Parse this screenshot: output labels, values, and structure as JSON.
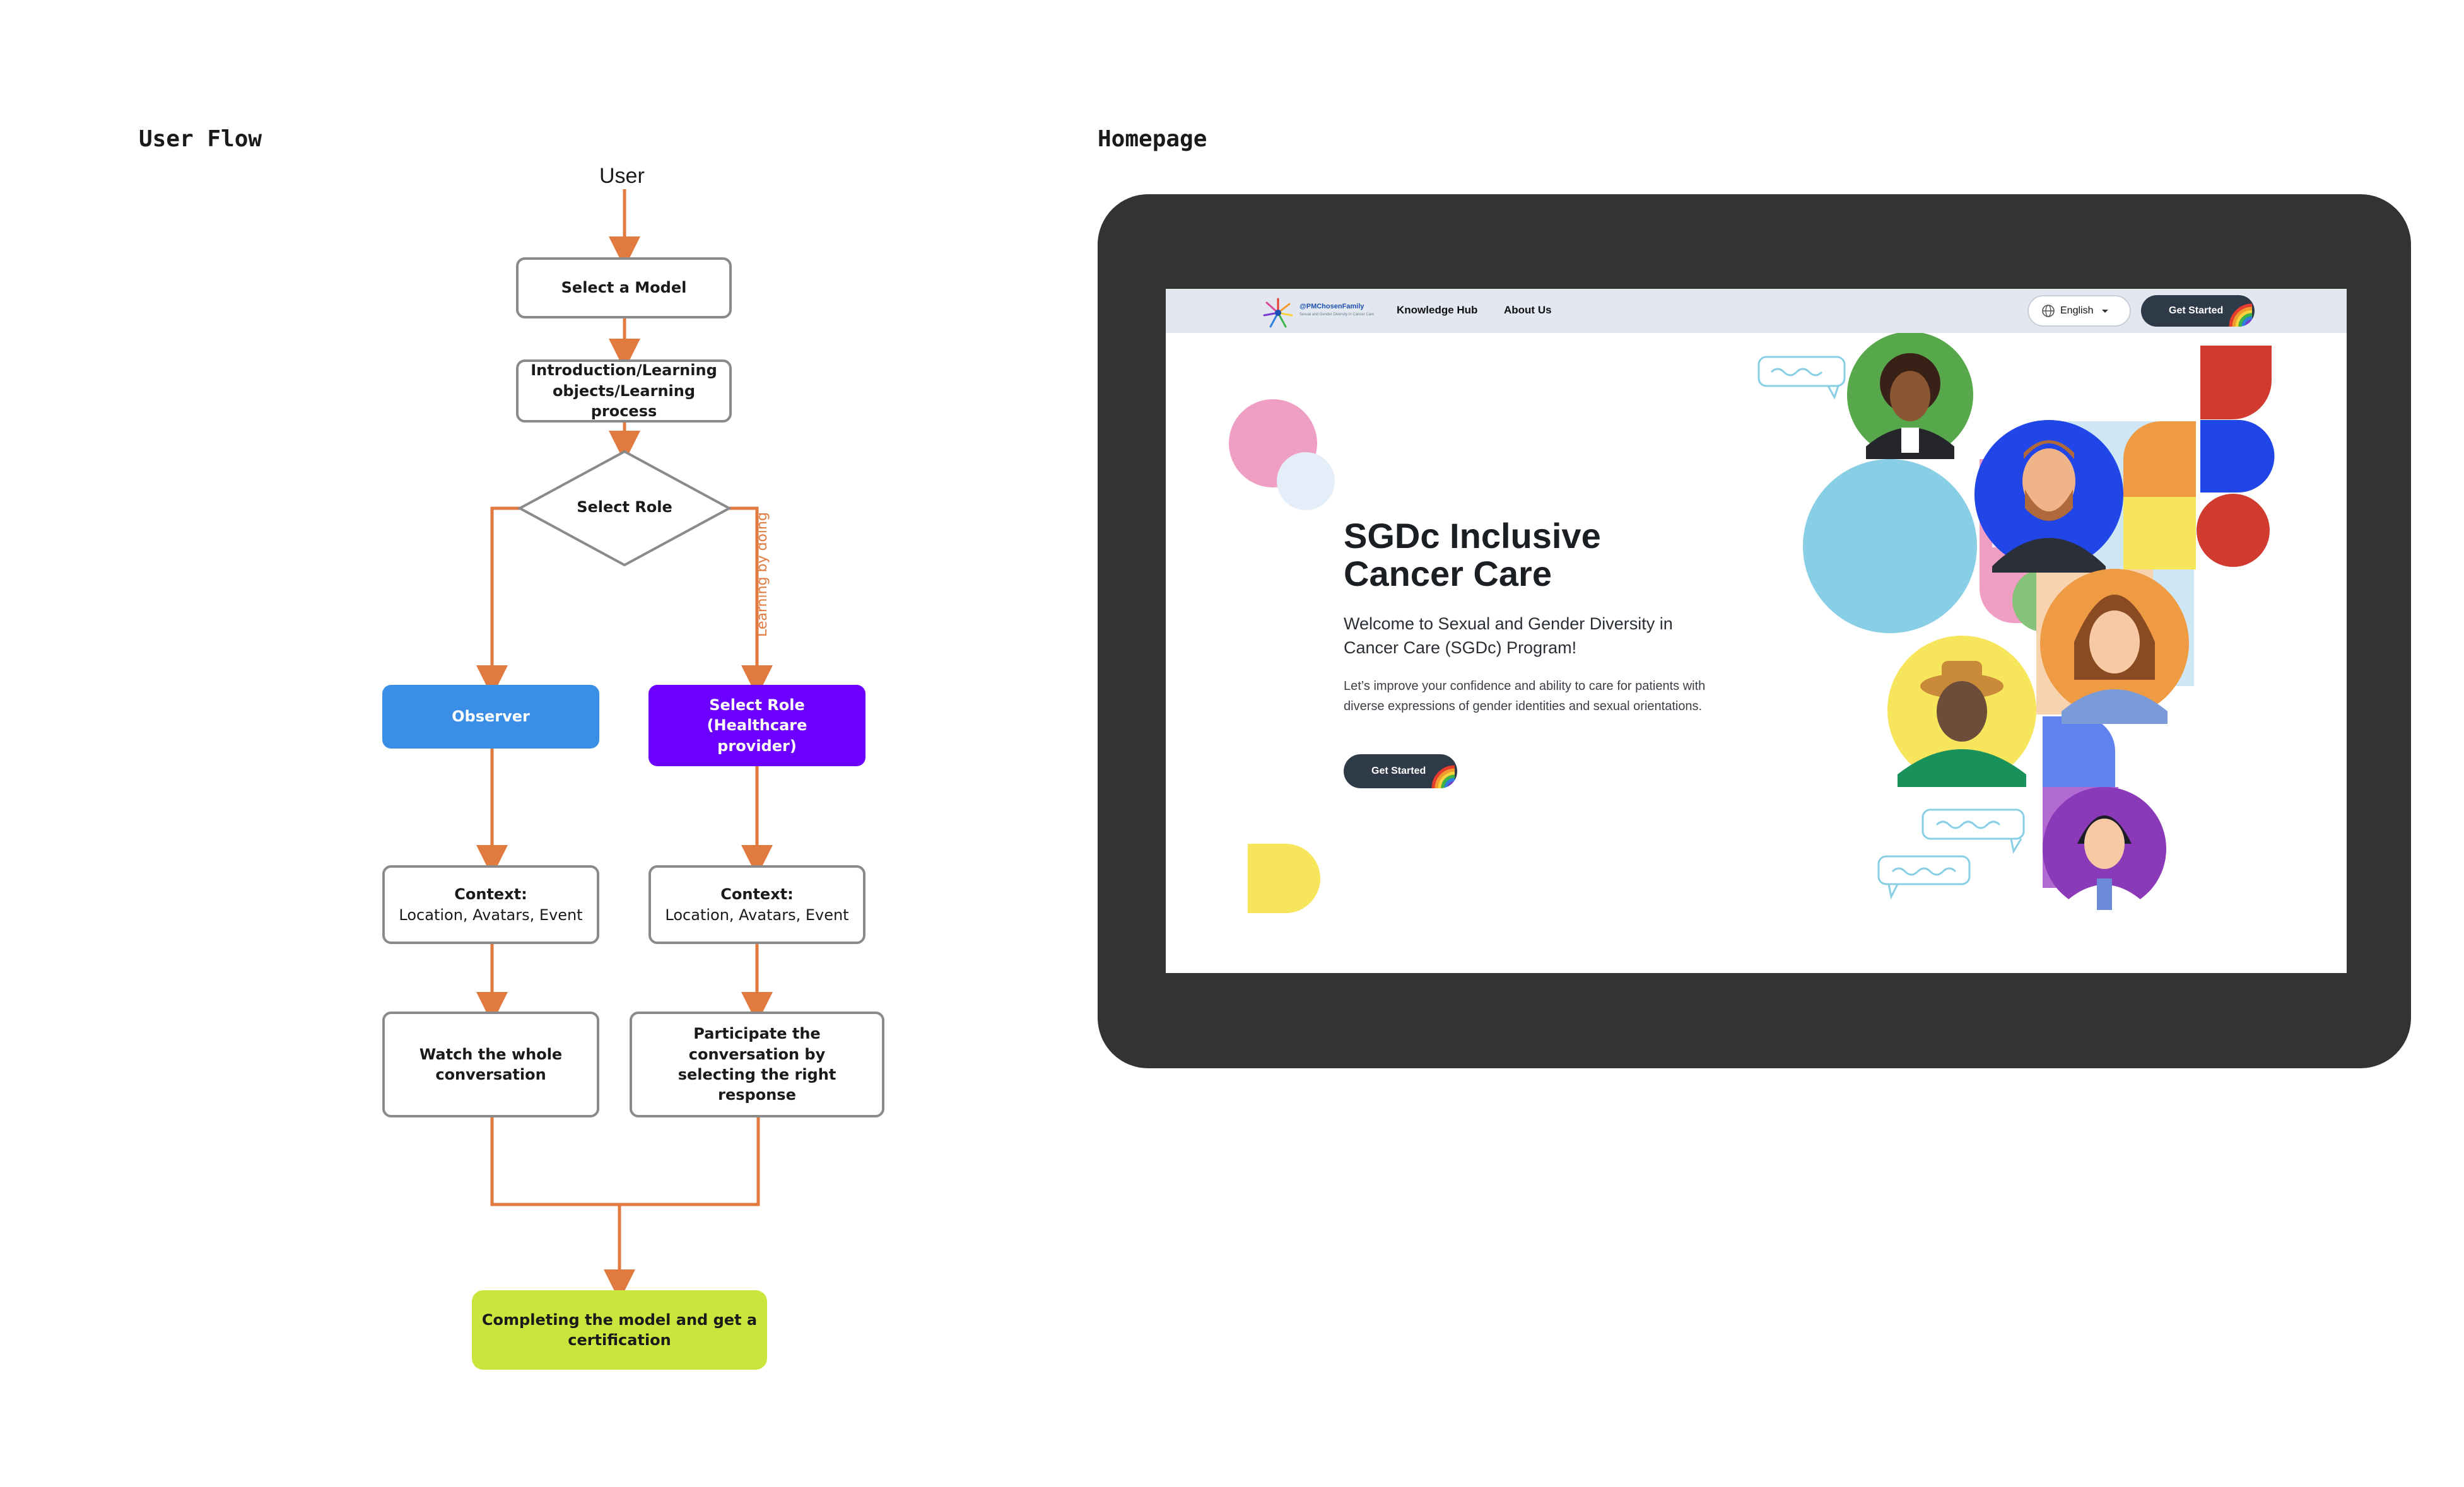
{
  "sections": {
    "flow_title": "User Flow",
    "home_title": "Homepage"
  },
  "flow": {
    "start": "User",
    "select_model": "Select a Model",
    "intro": "Introduction/Learning\nobjects/Learning process",
    "select_role": "Select Role",
    "branch_label": "Learning by doing",
    "observer": "Observer",
    "select_role_hc": "Select Role\n(Healthcare\nprovider)",
    "context_title": "Context:",
    "context_body": "Location, Avatars, Event",
    "watch": "Watch the whole\nconversation",
    "participate": "Participate the conversation by\nselecting the right response",
    "final": "Completing the model and get a\ncertification"
  },
  "homepage": {
    "logo_text": "@PMChosenFamily",
    "logo_sub": "Sexual and Gender Diversity in Cancer Care",
    "nav": {
      "knowledge_hub": "Knowledge Hub",
      "about_us": "About Us",
      "language": "English",
      "get_started": "Get Started"
    },
    "hero": {
      "title": "SGDc Inclusive\nCancer Care",
      "subtitle": "Welcome to Sexual and Gender Diversity in Cancer Care (SGDc) Program!",
      "body": "Let’s improve your confidence and ability to care for patients with diverse expressions of gender identities and sexual orientations.",
      "cta": "Get Started"
    },
    "icons": [
      "globe-icon",
      "chevron-down-icon",
      "rainbow-icon",
      "speech-bubble-icon",
      "avatar-illustration"
    ]
  },
  "colors": {
    "arrow": "#e07a3e",
    "observer": "#3a8ee6",
    "healthcare": "#6b00ff",
    "final": "#c8e63c",
    "tablet": "#333333",
    "nav_bg": "#e3e8f0",
    "button_dark": "#2f3a48"
  }
}
